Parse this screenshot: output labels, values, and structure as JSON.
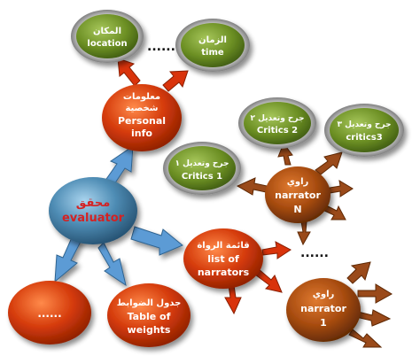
{
  "nodes": {
    "location": {
      "ar": "المكان",
      "en": "location"
    },
    "time": {
      "ar": "الزمان",
      "en": "time"
    },
    "personal": {
      "ar1": "معلومات",
      "ar2": "شخصية",
      "en1": "Personal",
      "en2": "info"
    },
    "critics1": {
      "ar": "جرح وتعديل ١",
      "en": "Critics 1"
    },
    "critics2": {
      "ar": "جرح وتعديل ٢",
      "en": "Critics 2"
    },
    "critics3": {
      "ar": "جرح وتعديل ٣",
      "en": "critics3"
    },
    "narratorN": {
      "ar": "راوي",
      "en1": "narrator",
      "en2": "N"
    },
    "evaluator": {
      "ar": "محقق",
      "en": "evaluator"
    },
    "list": {
      "ar": "قائمة الرواة",
      "en1": "list of",
      "en2": "narrators"
    },
    "unknown": {
      "text": "......"
    },
    "table": {
      "ar": "جدول الضوابط",
      "en1": "Table of",
      "en2": "weights"
    },
    "narrator1": {
      "ar": "راوي",
      "en1": "narrator",
      "en2": "1"
    }
  },
  "ellipsis_top": "......",
  "ellipsis_mid": "......",
  "colors": {
    "green_node": "#6b8e23",
    "red_node": "#d43a0a",
    "brown_node": "#a04a10",
    "blue_node": "#3f7ea8",
    "arrow_red": "#d9330b",
    "arrow_brown": "#9a4a1a",
    "arrow_blue": "#5b9bd5"
  }
}
